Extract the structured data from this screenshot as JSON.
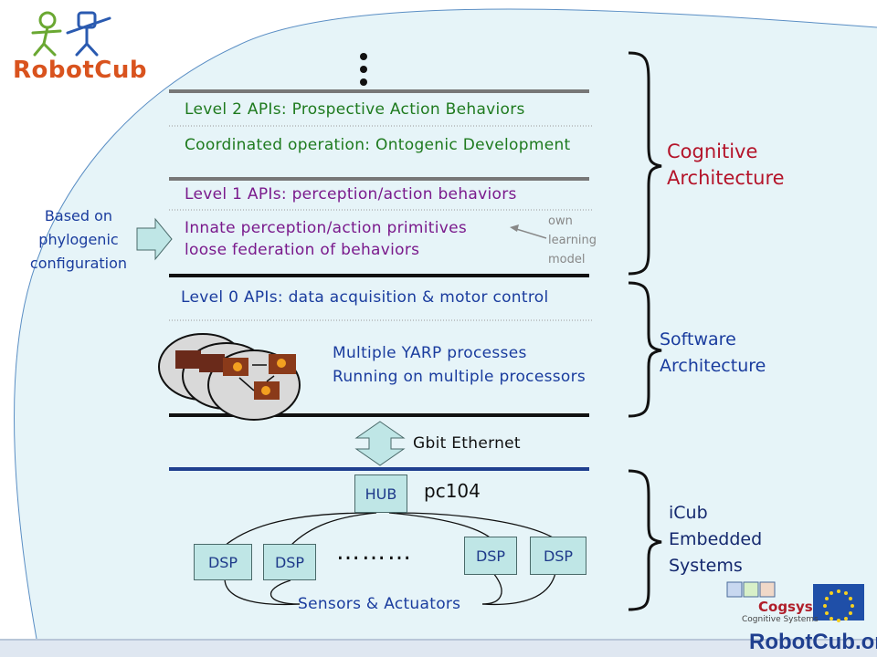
{
  "logo": {
    "text": "RobotCub"
  },
  "levels": {
    "level2_title": "Level 2 APIs: Prospective Action Behaviors",
    "level2_sub": "Coordinated operation: Ontogenic Development",
    "level1_title": "Level 1 APIs: perception/action behaviors",
    "level1_line1": "Innate perception/action primitives",
    "level1_line2": "loose federation of behaviors",
    "level0_title": "Level 0 APIs: data acquisition & motor control"
  },
  "yarp": {
    "line1": "Multiple YARP processes",
    "line2": "Running on multiple processors"
  },
  "network": {
    "label": "Gbit Ethernet",
    "hub": "HUB",
    "pc": "pc104"
  },
  "dsps": [
    "DSP",
    "DSP",
    "DSP",
    "DSP"
  ],
  "dots": "………",
  "sensors": "Sensors & Actuators",
  "side": {
    "based_on": "Based on phylogenic configuration",
    "own_model": "own learning model"
  },
  "brackets": {
    "cognitive": "Cognitive Architecture",
    "software": "Software Architecture",
    "embedded": "iCub Embedded Systems"
  },
  "footer": {
    "cogsys": "Cogsys",
    "cogsys_sub": "Cognitive Systems",
    "site": "RobotCub.org"
  },
  "colors": {
    "level2": "#1e7a1e",
    "level1": "#7a1a8c",
    "level0": "#1a3c9e",
    "cognitive": "#b4142a",
    "box": "#bfe6e6"
  }
}
